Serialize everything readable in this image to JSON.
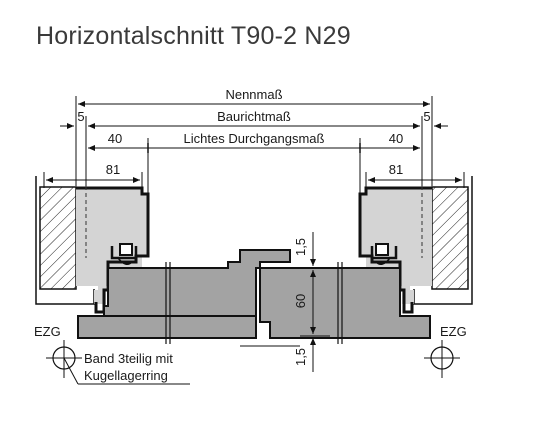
{
  "title": "Horizontalschnitt T90-2 N29",
  "dimensions": {
    "nennmass": "Nennmaß",
    "baurichtmass": "Baurichtmaß",
    "lichtes": "Lichtes Durchgangsmaß",
    "offset_left": "5",
    "offset_right": "5",
    "left_40": "40",
    "right_40": "40",
    "left_81": "81",
    "right_81": "81",
    "top_15": "1,5",
    "leaf_60": "60",
    "bottom_15": "1,5"
  },
  "labels": {
    "ezg_left": "EZG",
    "ezg_right": "EZG",
    "hinge_line1": "Band 3teilig mit",
    "hinge_line2": "Kugellagerring"
  },
  "colors": {
    "leaf_fill": "#a3a3a3",
    "frame_fill": "#d4d4d4",
    "line": "#111111"
  }
}
